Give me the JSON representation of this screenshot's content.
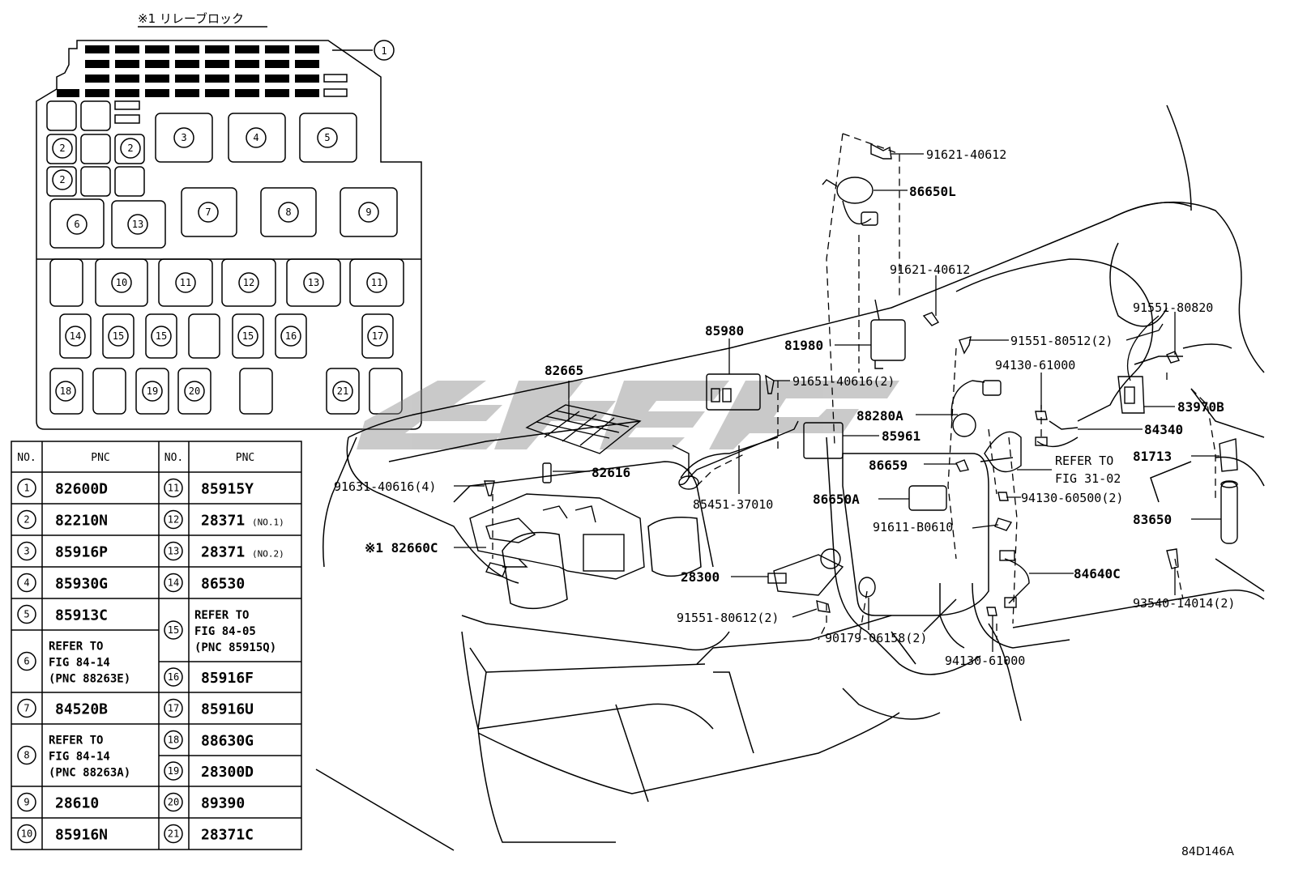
{
  "relay_block": {
    "title": "※1 リレーブロック",
    "callout": "1",
    "slots": [
      "2",
      "2",
      "2",
      "3",
      "4",
      "5",
      "6",
      "13",
      "7",
      "8",
      "9",
      "10",
      "11",
      "12",
      "13",
      "11",
      "14",
      "15",
      "15",
      "15",
      "16",
      "17",
      "18",
      "19",
      "20",
      "21"
    ]
  },
  "parts_table": {
    "headers": [
      "NO.",
      "PNC",
      "NO.",
      "PNC"
    ],
    "left": [
      {
        "no": "1",
        "pnc": "82600D"
      },
      {
        "no": "2",
        "pnc": "82210N"
      },
      {
        "no": "3",
        "pnc": "85916P"
      },
      {
        "no": "4",
        "pnc": "85930G"
      },
      {
        "no": "5",
        "pnc": "85913C"
      },
      {
        "no": "6",
        "pnc_lines": [
          "REFER TO",
          "FIG 84-14",
          "(PNC 88263E)"
        ]
      },
      {
        "no": "7",
        "pnc": "84520B"
      },
      {
        "no": "8",
        "pnc_lines": [
          "REFER TO",
          "FIG 84-14",
          "(PNC 88263A)"
        ]
      },
      {
        "no": "9",
        "pnc": "28610"
      },
      {
        "no": "10",
        "pnc": "85916N"
      }
    ],
    "right": [
      {
        "no": "11",
        "pnc": "85915Y"
      },
      {
        "no": "12",
        "pnc": "28371",
        "suffix": "(NO.1)"
      },
      {
        "no": "13",
        "pnc": "28371",
        "suffix": "(NO.2)"
      },
      {
        "no": "14",
        "pnc": "86530"
      },
      {
        "no": "15",
        "pnc_lines": [
          "REFER TO",
          "FIG 84-05",
          "(PNC 85915Q)"
        ]
      },
      {
        "no": "16",
        "pnc": "85916F"
      },
      {
        "no": "17",
        "pnc": "85916U"
      },
      {
        "no": "18",
        "pnc": "88630G"
      },
      {
        "no": "19",
        "pnc": "28300D"
      },
      {
        "no": "20",
        "pnc": "89390"
      },
      {
        "no": "21",
        "pnc": "28371C"
      }
    ]
  },
  "labels": {
    "p91621a": "91621-40612",
    "p86650L": "86650L",
    "p91621b": "91621-40612",
    "p91551_80820": "91551-80820",
    "p85980": "85980",
    "p81980": "81980",
    "p91551_80512": "91551-80512(2)",
    "p94130_61000a": "94130-61000",
    "p82665": "82665",
    "p91651": "91651-40616(2)",
    "p83970B": "83970B",
    "p88280A": "88280A",
    "p84340": "84340",
    "p85961": "85961",
    "p82616": "82616",
    "p86659": "86659",
    "refer1": "REFER TO",
    "refer2": "FIG 31-02",
    "p81713": "81713",
    "p91631": "91631-40616(4)",
    "p85451": "85451-37010",
    "p86650A": "86650A",
    "p94130_60500": "94130-60500(2)",
    "p83650": "83650",
    "p82660C": "※1 82660C",
    "p91611": "91611-B0610",
    "p28300": "28300",
    "p84640C": "84640C",
    "p93540": "93540-14014(2)",
    "p91551_80612": "91551-80612(2)",
    "p90179": "90179-06158(2)",
    "p94130_61000b": "94130-61000"
  },
  "figure_code": "84D146A"
}
